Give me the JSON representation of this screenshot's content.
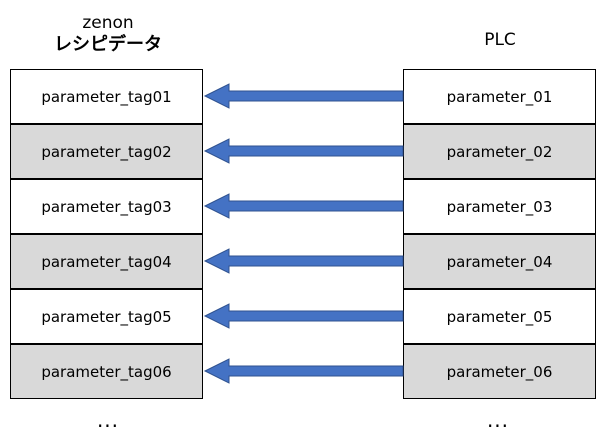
{
  "left": {
    "title": "zenon",
    "subtitle": "レシピデータ",
    "items": [
      "parameter_tag01",
      "parameter_tag02",
      "parameter_tag03",
      "parameter_tag04",
      "parameter_tag05",
      "parameter_tag06"
    ],
    "ellipsis": "..."
  },
  "right": {
    "title": "PLC",
    "items": [
      "parameter_01",
      "parameter_02",
      "parameter_03",
      "parameter_04",
      "parameter_05",
      "parameter_06"
    ],
    "ellipsis": "..."
  },
  "colors": {
    "arrow": "#4472C4",
    "arrow_outline": "#2F528F",
    "row_white": "#FFFFFF",
    "row_gray": "#D9D9D9"
  },
  "arrow_direction": "right-to-left"
}
